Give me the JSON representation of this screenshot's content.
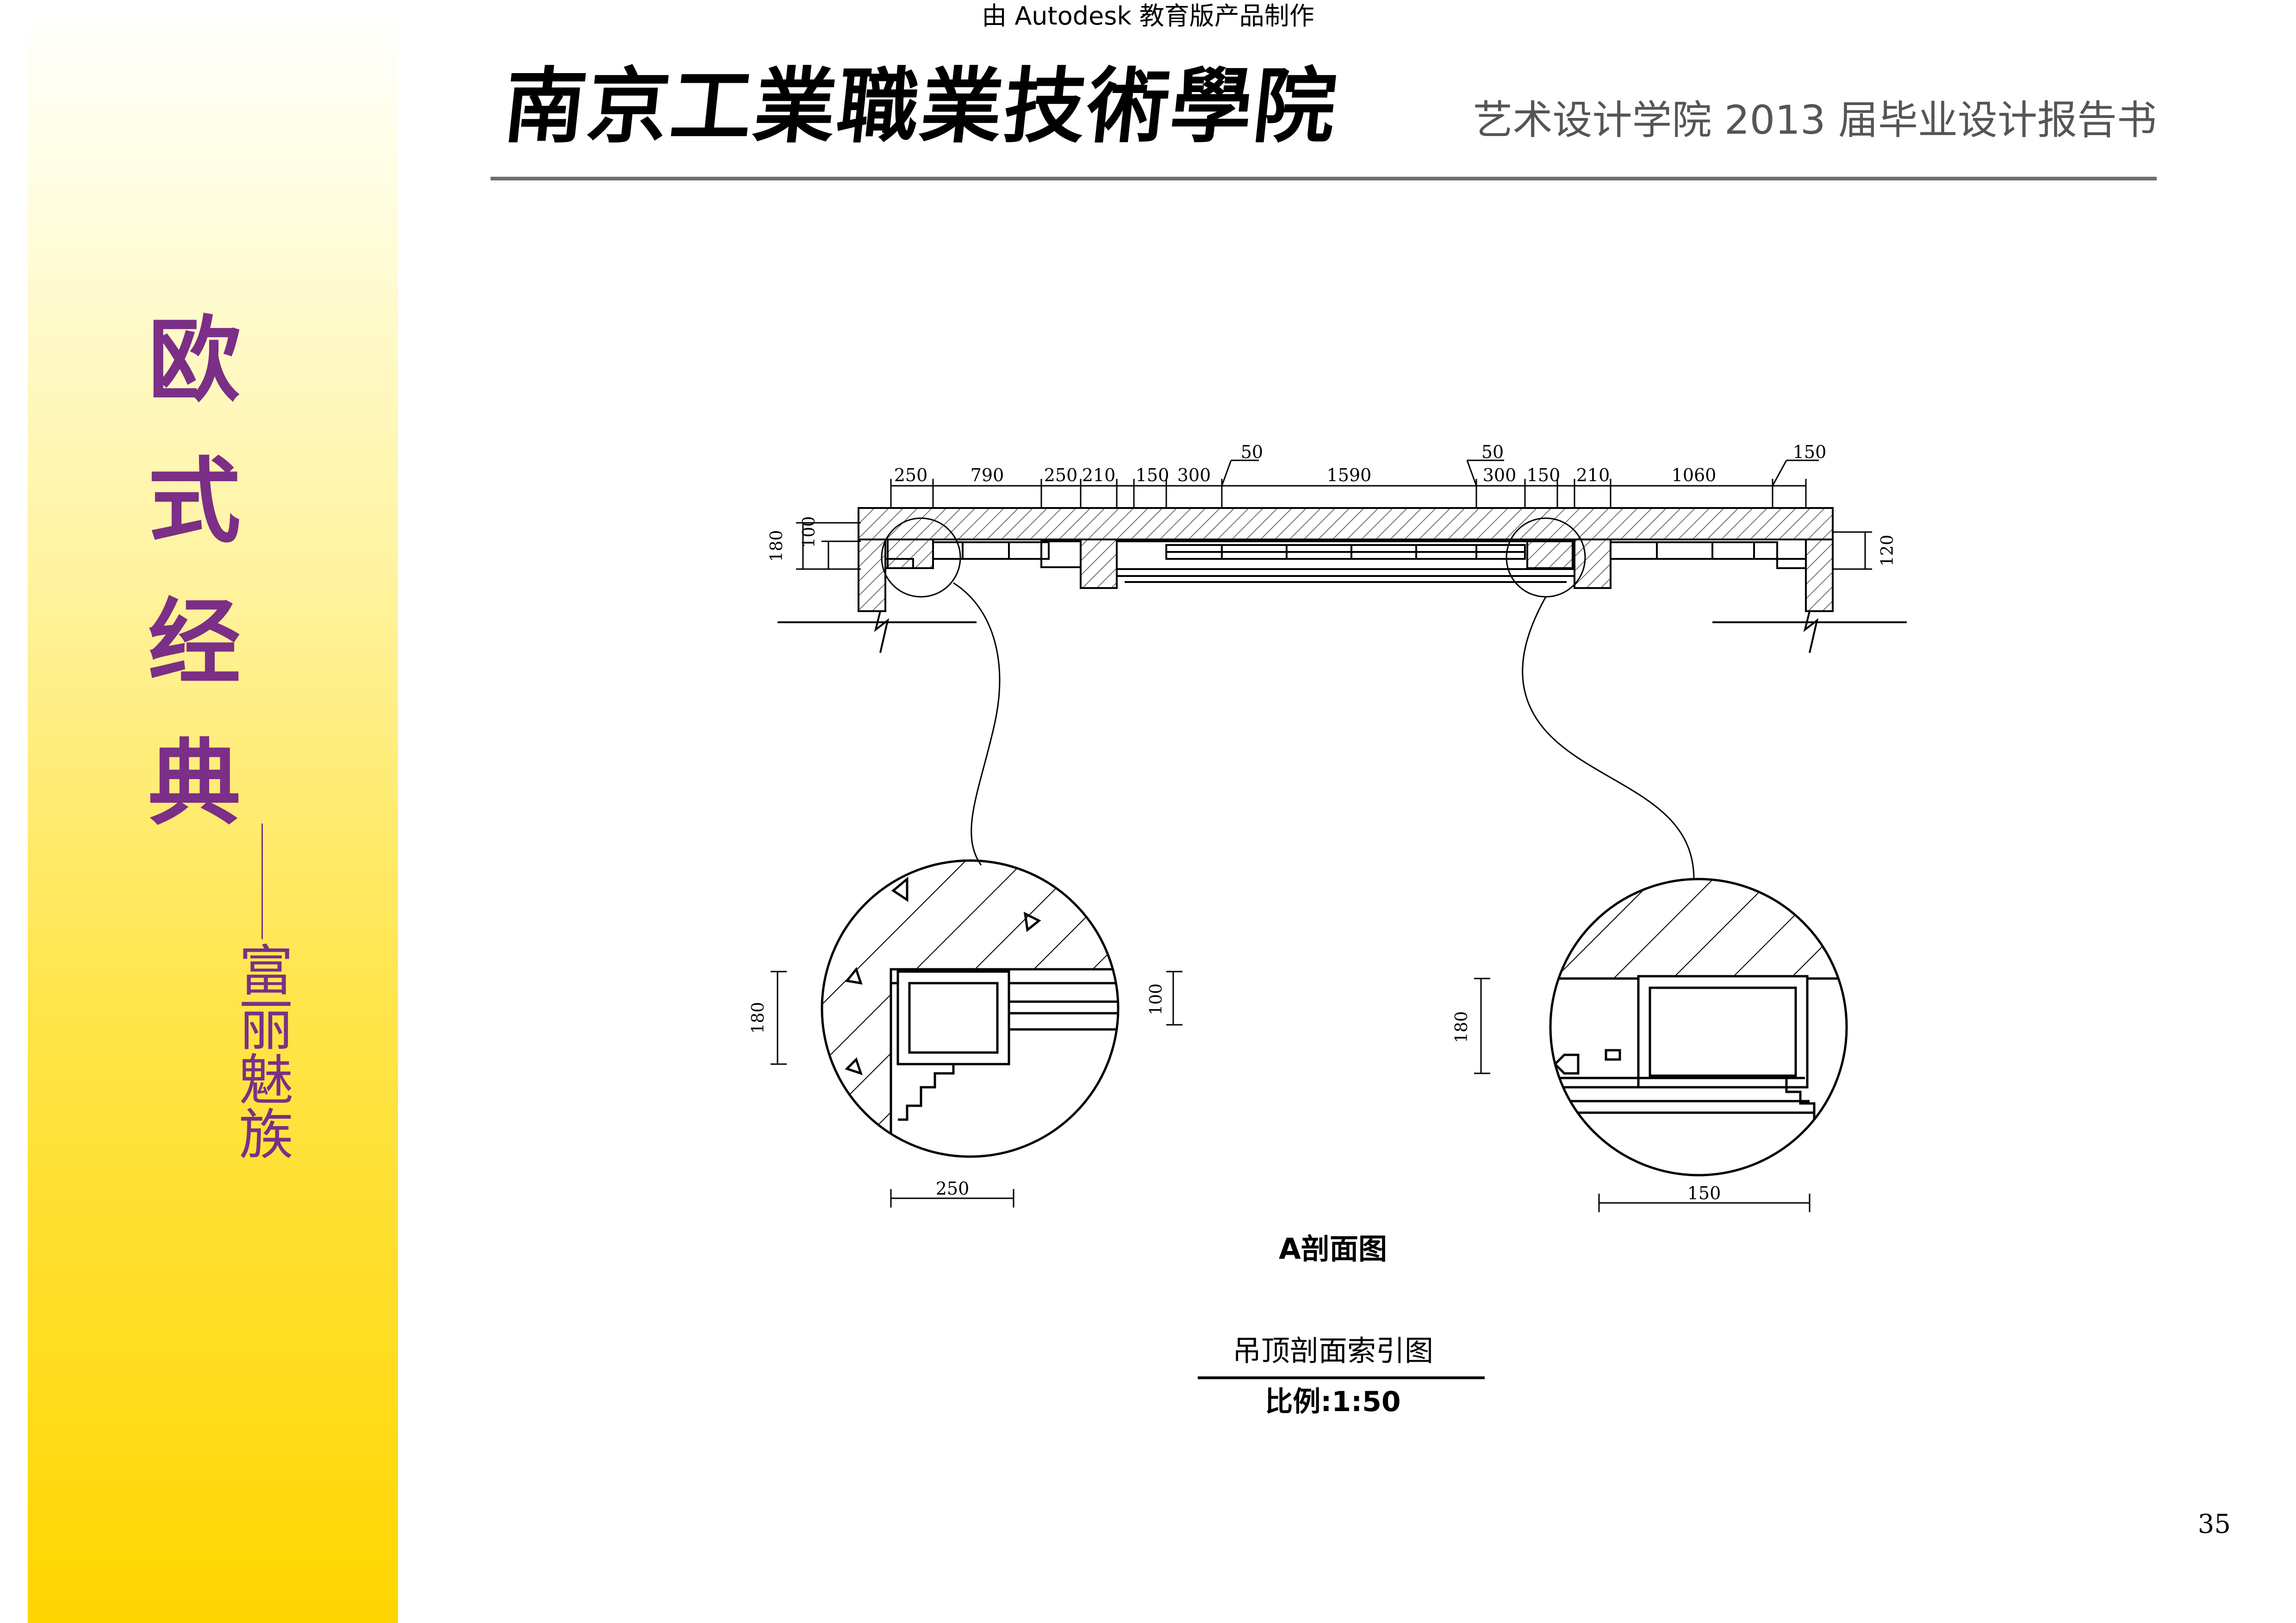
{
  "watermark": "由 Autodesk 教育版产品制作",
  "header": {
    "school": "南京工業職業技術學院",
    "report": "艺术设计学院 2013 届毕业设计报告书"
  },
  "sidebar": {
    "title_chars": [
      "欧",
      "式",
      "经",
      "典"
    ],
    "subtitle_chars": [
      "富",
      "丽",
      "魅",
      "族"
    ],
    "accent_color": "#7b2f86",
    "band_color": "#ffd600"
  },
  "drawing": {
    "top_dims": [
      "250",
      "790",
      "250",
      "210",
      "150",
      "300",
      "1590",
      "300",
      "150",
      "210",
      "1060"
    ],
    "leader_dims": [
      "50",
      "50",
      "150"
    ],
    "left_vertical_dims": [
      "180",
      "100"
    ],
    "right_vertical_dim": "120",
    "detail_left": {
      "v_left": "180",
      "v_right": "100",
      "h_bottom": "250"
    },
    "detail_right": {
      "v_left": "180",
      "h_bottom": "150"
    }
  },
  "captions": {
    "section": "A剖面图",
    "index": "吊顶剖面索引图",
    "scale": "比例:1:50"
  },
  "page_number": "35"
}
